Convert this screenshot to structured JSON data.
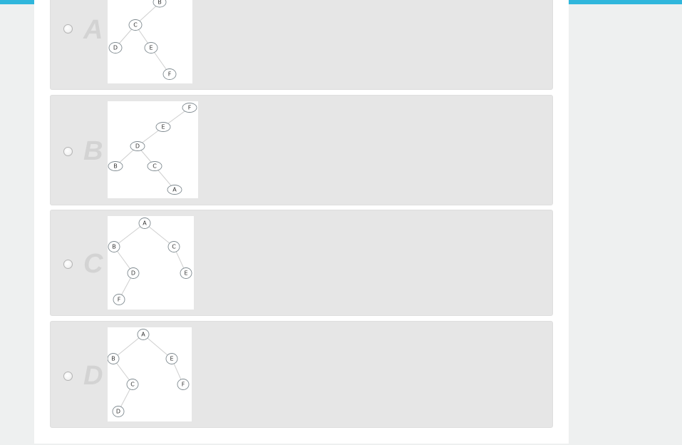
{
  "question": {
    "options": [
      {
        "letter": "A",
        "nodes": [
          {
            "id": "top",
            "label": "B",
            "edge_to": null
          },
          {
            "id": "c",
            "label": "C",
            "edge_to": "top"
          },
          {
            "id": "d",
            "label": "D",
            "edge_to": "c"
          },
          {
            "id": "e",
            "label": "E",
            "edge_to": "c"
          },
          {
            "id": "f",
            "label": "F",
            "edge_to": "e"
          }
        ]
      },
      {
        "letter": "B",
        "nodes": [
          {
            "id": "f",
            "label": "F",
            "edge_to": null
          },
          {
            "id": "e",
            "label": "E",
            "edge_to": "f"
          },
          {
            "id": "d",
            "label": "D",
            "edge_to": "e"
          },
          {
            "id": "b",
            "label": "B",
            "edge_to": "d"
          },
          {
            "id": "c",
            "label": "C",
            "edge_to": "d"
          },
          {
            "id": "a",
            "label": "A",
            "edge_to": "c"
          }
        ]
      },
      {
        "letter": "C",
        "nodes": [
          {
            "id": "a",
            "label": "A",
            "edge_to": null
          },
          {
            "id": "b",
            "label": "B",
            "edge_to": "a"
          },
          {
            "id": "c",
            "label": "C",
            "edge_to": "a"
          },
          {
            "id": "d",
            "label": "D",
            "edge_to": "b"
          },
          {
            "id": "e",
            "label": "E",
            "edge_to": "c"
          },
          {
            "id": "f",
            "label": "F",
            "edge_to": "d"
          }
        ]
      },
      {
        "letter": "D",
        "nodes": [
          {
            "id": "a",
            "label": "A",
            "edge_to": null
          },
          {
            "id": "b",
            "label": "B",
            "edge_to": "a"
          },
          {
            "id": "e",
            "label": "E",
            "edge_to": "a"
          },
          {
            "id": "c",
            "label": "C",
            "edge_to": "b"
          },
          {
            "id": "f",
            "label": "F",
            "edge_to": "e"
          },
          {
            "id": "d",
            "label": "D",
            "edge_to": "c"
          }
        ]
      }
    ]
  }
}
